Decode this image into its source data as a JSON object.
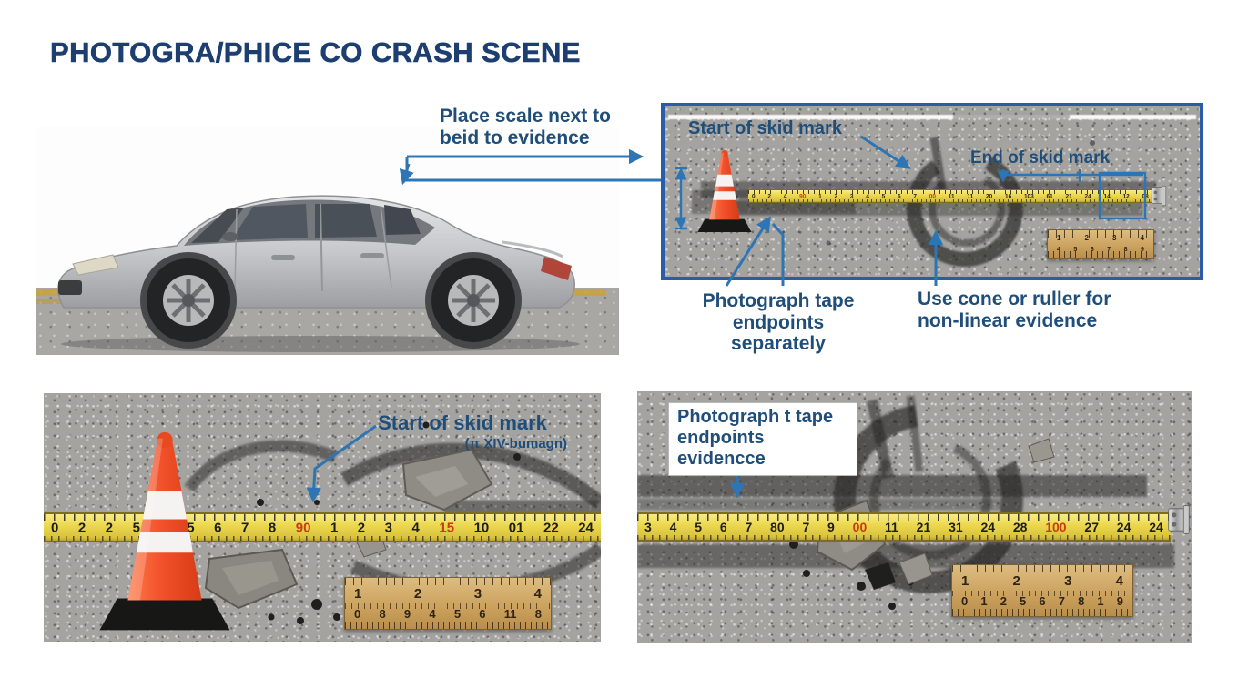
{
  "title": "PHOTOGRA/PHICE CO CRASH SCENE",
  "colors": {
    "navy": "#1c3e70",
    "label_blue": "#1f4e7a",
    "arrow_blue": "#2e75b6",
    "panel_border": "#2b5ca8",
    "tape_yellow": "#ecd84f",
    "cone_orange": "#f2512b",
    "red_mark": "#c83c10"
  },
  "car_section": {
    "annotation_line1": "Place scale next to",
    "annotation_line2": "beid to evidence"
  },
  "panel": {
    "start_label": "Start of skid mark",
    "end_label": "End of skid mark",
    "tape_numbers": [
      {
        "t": "0"
      },
      {
        "t": "2"
      },
      {
        "t": "4"
      },
      {
        "t": "90",
        "c": "#c83c10"
      },
      {
        "t": "1"
      },
      {
        "t": "2"
      },
      {
        "t": "3"
      },
      {
        "t": "4"
      },
      {
        "t": "5"
      },
      {
        "t": "6"
      },
      {
        "t": "7"
      },
      {
        "t": "00",
        "c": "#c83c10"
      },
      {
        "t": "11"
      },
      {
        "t": "11"
      },
      {
        "t": "20"
      },
      {
        "t": "16"
      },
      {
        "t": "103"
      },
      {
        "t": "61"
      },
      {
        "t": "21"
      },
      {
        "t": "24"
      },
      {
        "t": "14"
      },
      {
        "t": "12"
      },
      {
        "t": "08"
      }
    ],
    "ruler_top": [
      "1",
      "2",
      "3",
      "4"
    ],
    "ruler_bottom": [
      "4",
      "5",
      "6",
      "7",
      "8",
      "9"
    ],
    "caption_left_line1": "Photograph tape",
    "caption_left_line2": "endpoints separately",
    "caption_right_line1": "Use cone or ruller for",
    "caption_right_line2": "non-linear evidence"
  },
  "bottom_left": {
    "label": "Start of skid mark",
    "sublabel": "(π XIV-bumagn)",
    "tape_numbers": [
      {
        "t": "0"
      },
      {
        "t": "2"
      },
      {
        "t": "2"
      },
      {
        "t": "5"
      },
      {
        "t": "6"
      },
      {
        "t": "5"
      },
      {
        "t": "6"
      },
      {
        "t": "7"
      },
      {
        "t": "8"
      },
      {
        "t": "90",
        "c": "#c83c10"
      },
      {
        "t": "1"
      },
      {
        "t": "2"
      },
      {
        "t": "3"
      },
      {
        "t": "4"
      },
      {
        "t": "15",
        "c": "#c83c10"
      },
      {
        "t": "10"
      },
      {
        "t": "01"
      },
      {
        "t": "22"
      },
      {
        "t": "24"
      }
    ],
    "ruler_top": [
      "1",
      "2",
      "3",
      "4"
    ],
    "ruler_bottom": [
      "0",
      "8",
      "9",
      "4",
      "5",
      "6",
      "11",
      "8"
    ]
  },
  "bottom_right": {
    "label_line1": "Photograph t tape",
    "label_line2": "endpoints evidencce",
    "tape_numbers": [
      {
        "t": "3"
      },
      {
        "t": "4"
      },
      {
        "t": "5"
      },
      {
        "t": "6"
      },
      {
        "t": "7"
      },
      {
        "t": "80"
      },
      {
        "t": "7"
      },
      {
        "t": "9"
      },
      {
        "t": "00",
        "c": "#c83c10"
      },
      {
        "t": "11"
      },
      {
        "t": "21"
      },
      {
        "t": "31"
      },
      {
        "t": "24"
      },
      {
        "t": "28"
      },
      {
        "t": "100",
        "c": "#c83c10"
      },
      {
        "t": "27"
      },
      {
        "t": "24"
      },
      {
        "t": "24"
      }
    ],
    "ruler_top": [
      "1",
      "2",
      "3",
      "4"
    ],
    "ruler_bottom": [
      "0",
      "1",
      "2",
      "5",
      "6",
      "7",
      "8",
      "1",
      "9"
    ]
  }
}
